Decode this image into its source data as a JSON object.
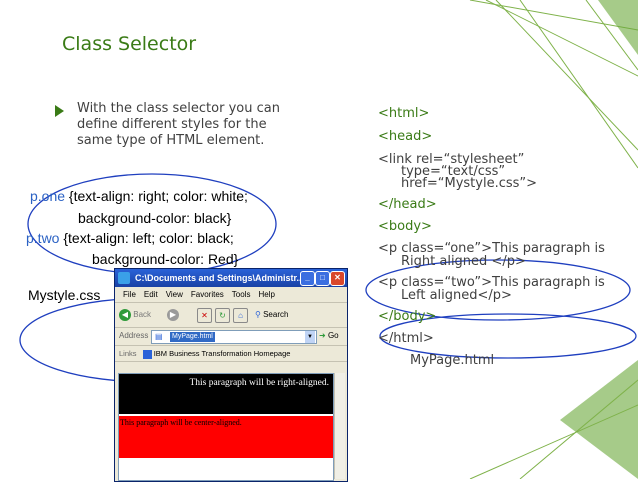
{
  "slide": {
    "title": "Class Selector",
    "bullet": "With the class selector you can define different styles for the same type of HTML element.",
    "accent_color": "#3a7b16",
    "bullet_icon": "arrow-bullet-icon"
  },
  "css_rules": {
    "one_selector": "p.one",
    "one_line1": " {text-align: right; color: white;",
    "one_line2": "background-color: black}",
    "two_selector": "p.two",
    "two_line1": " {text-align: left; color: black;",
    "two_line2": "background-color: Red}",
    "file_label": "Mystyle.css"
  },
  "html_code": {
    "l1": "<html>",
    "l2": "<head>",
    "l3": "<link rel=“stylesheet”",
    "l4": "type=“text/css”",
    "l5": "href=“Mystyle.css”>",
    "l6": "</head>",
    "l7": "<body>",
    "l8a": "<p class=“one”>",
    "l8b": "This paragraph is",
    "l9a": "Right aligned ",
    "l9b": "</p>",
    "l10a": "<p class=“two”>",
    "l10b": "This paragraph is",
    "l11a": "Left aligned",
    "l11b": "</p>",
    "l12": "</body>",
    "l13": "</html>",
    "file_label": "MyPage.html"
  },
  "browser": {
    "title": "C:\\Documents and Settings\\Administr...",
    "menu": [
      "File",
      "Edit",
      "View",
      "Favorites",
      "Tools",
      "Help"
    ],
    "back_label": "Back",
    "search_label": "Search",
    "address_label": "Address",
    "address_value": "MyPage.html",
    "go_label": "Go",
    "links_label": "Links",
    "links_item": "IBM Business Transformation Homepage",
    "para_one": "This paragraph will be right-aligned.",
    "para_two": "This paragraph will be center-aligned."
  }
}
